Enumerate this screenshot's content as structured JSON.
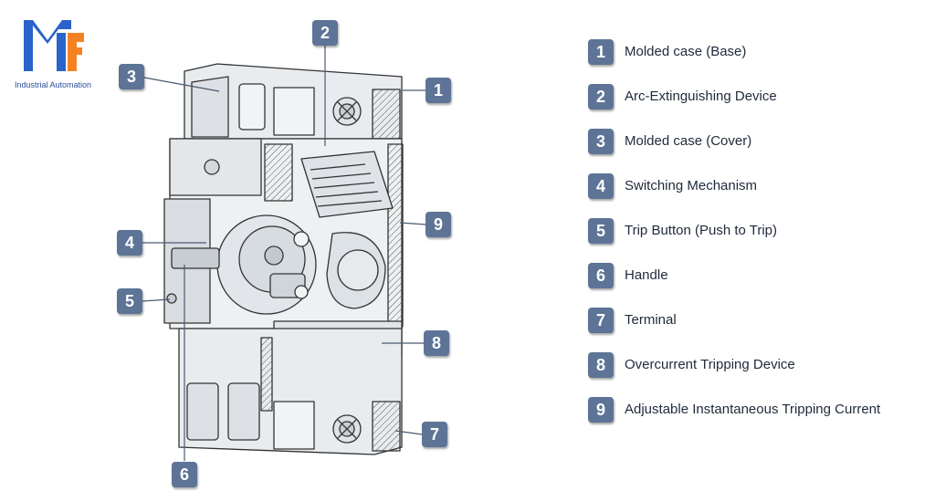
{
  "brand": {
    "caption": "Industrial Automation",
    "colors": {
      "blue": "#2a63c9",
      "orange": "#f58220"
    }
  },
  "colors": {
    "badge": "#5d7496",
    "line": "#3b4a60",
    "text": "#1f2a3a"
  },
  "callouts": [
    {
      "number": "1",
      "label": "Molded case (Base)"
    },
    {
      "number": "2",
      "label": "Arc-Extinguishing Device"
    },
    {
      "number": "3",
      "label": "Molded case (Cover)"
    },
    {
      "number": "4",
      "label": "Switching Mechanism"
    },
    {
      "number": "5",
      "label": "Trip Button (Push to Trip)"
    },
    {
      "number": "6",
      "label": "Handle"
    },
    {
      "number": "7",
      "label": "Terminal"
    },
    {
      "number": "8",
      "label": "Overcurrent Tripping Device"
    },
    {
      "number": "9",
      "label": "Adjustable Instantaneous Tripping Current"
    }
  ]
}
